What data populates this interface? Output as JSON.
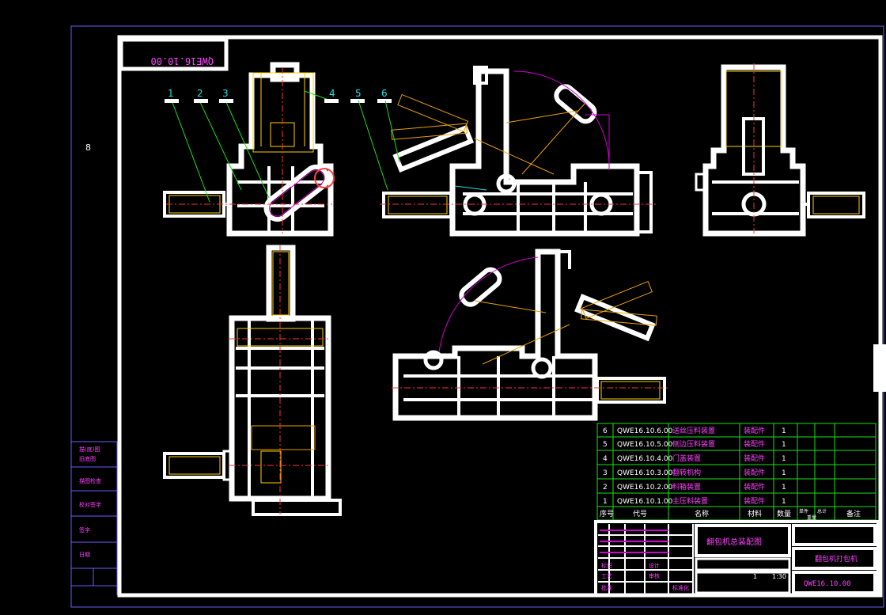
{
  "drawing": {
    "code_mirrored": "QWE16.10.00",
    "part_callouts": [
      "1",
      "2",
      "3",
      "4",
      "5",
      "6"
    ],
    "side_mark": "8"
  },
  "left_strip": {
    "labels": [
      "描(底)图",
      "旧底图",
      "描图检查",
      "校对签字",
      "签字",
      "日期"
    ]
  },
  "bom": {
    "rows": [
      {
        "seq": "6",
        "code": "QWE16.10.6.00",
        "name": "送丝压料装置",
        "material": "装配件",
        "qty": "1"
      },
      {
        "seq": "5",
        "code": "QWE16.10.5.00",
        "name": "侧边压料装置",
        "material": "装配件",
        "qty": "1"
      },
      {
        "seq": "4",
        "code": "QWE16.10.4.00",
        "name": "门盖装置",
        "material": "装配件",
        "qty": "1"
      },
      {
        "seq": "3",
        "code": "QWE16.10.3.00",
        "name": "翻转机构",
        "material": "装配件",
        "qty": "1"
      },
      {
        "seq": "2",
        "code": "QWE16.10.2.00",
        "name": "料箱装置",
        "material": "装配件",
        "qty": "1"
      },
      {
        "seq": "1",
        "code": "QWE16.10.1.00",
        "name": "主压料装置",
        "material": "装配件",
        "qty": "1"
      }
    ],
    "header": {
      "seq": "序号",
      "code": "代号",
      "name": "名称",
      "material": "材料",
      "qty": "数量",
      "unit": "单件",
      "total": "总计",
      "weight": "重量",
      "remark": "备注"
    }
  },
  "title_block": {
    "drawing_name": "翻包机总装配图",
    "product_name": "翻包机打包机",
    "code": "QWE16.10.00",
    "sheet": "1:30",
    "count": "1",
    "small_labels": [
      "标记",
      "设计",
      "审核",
      "工艺",
      "标准化",
      "批准"
    ]
  }
}
